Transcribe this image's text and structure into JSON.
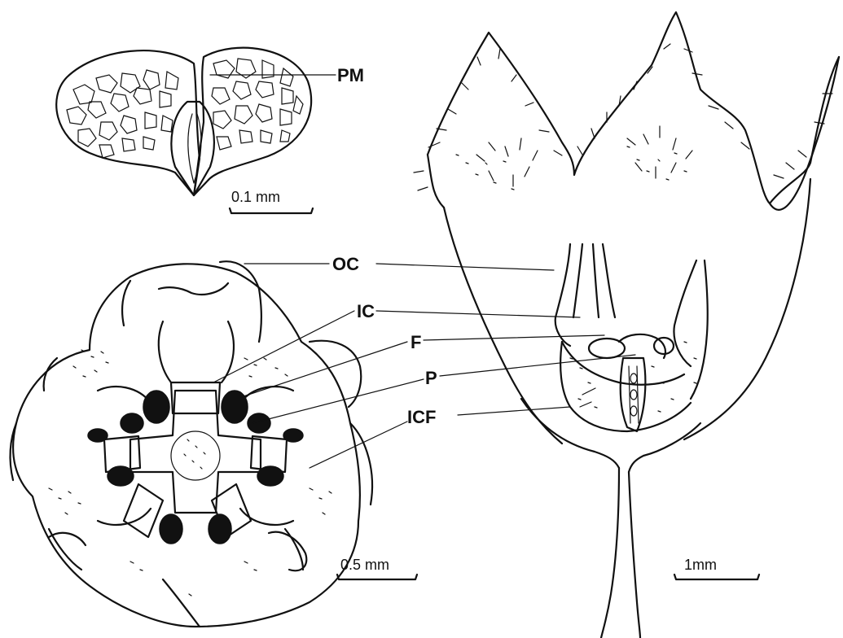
{
  "labels": {
    "pm": "PM",
    "oc": "OC",
    "ic": "IC",
    "f": "F",
    "p": "P",
    "icf": "ICF"
  },
  "scale_bars": {
    "pollinia": "0.1 mm",
    "corona": "0.5 mm",
    "flower": "1mm"
  }
}
